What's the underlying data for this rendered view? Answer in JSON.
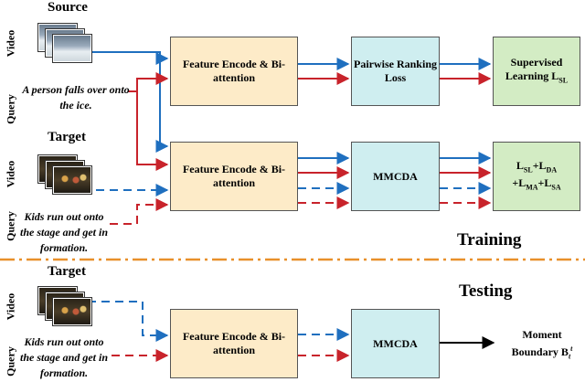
{
  "sections": {
    "source_title": "Source",
    "target_title": "Target",
    "target_title_test": "Target",
    "training": "Training",
    "testing": "Testing"
  },
  "side_labels": {
    "video": "Video",
    "query": "Query"
  },
  "queries": {
    "source": "A person falls over onto the ice.",
    "target": "Kids run out onto the stage and get in formation.",
    "target_test": "Kids run out onto the stage and get in formation."
  },
  "boxes": {
    "encoder": "Feature Encode & Bi-attention",
    "ranking": "Pairwise Ranking Loss",
    "supervised_main": "Supervised Learning L",
    "supervised_sub": "SL",
    "mmcda": "MMCDA",
    "losses": [
      {
        "a": "L",
        "as": "SL",
        "op": "+",
        "b": "L",
        "bs": "DA"
      },
      {
        "a": "+L",
        "as": "MA",
        "op": "+",
        "b": "L",
        "bs": "SA"
      }
    ]
  },
  "output": {
    "line1": "Moment",
    "line2": "Boundary B",
    "sup": "t",
    "sub": "t"
  },
  "colors": {
    "blue": "#1f6fbf",
    "red": "#c8232b",
    "divider": "#e8902a",
    "encoder_fill": "#fdebc8",
    "mmcda_fill": "#cfeef0",
    "sup_fill": "#d3ecc4"
  }
}
